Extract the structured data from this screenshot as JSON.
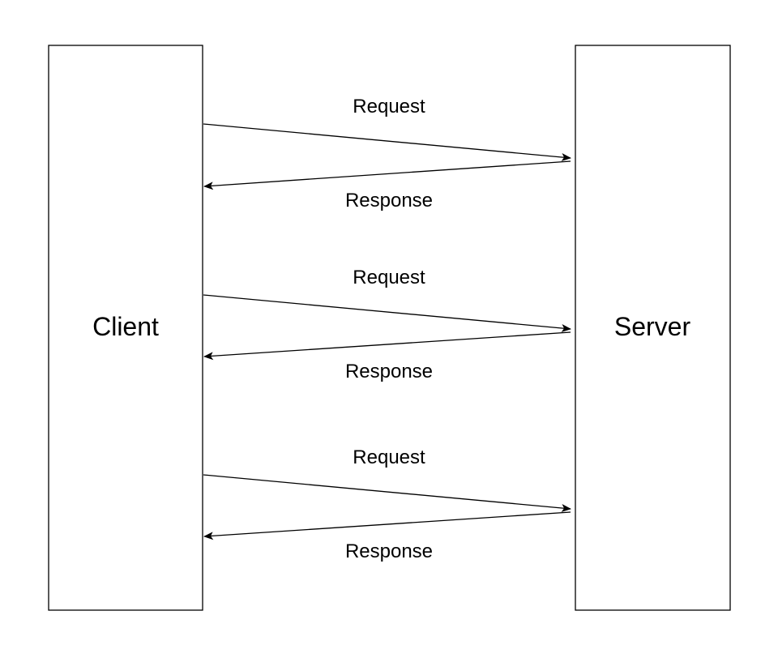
{
  "participants": {
    "left": {
      "label": "Client"
    },
    "right": {
      "label": "Server"
    }
  },
  "exchanges": [
    {
      "request_label": "Request",
      "response_label": "Response"
    },
    {
      "request_label": "Request",
      "response_label": "Response"
    },
    {
      "request_label": "Request",
      "response_label": "Response"
    }
  ],
  "colors": {
    "stroke": "#000000",
    "background": "#ffffff"
  }
}
